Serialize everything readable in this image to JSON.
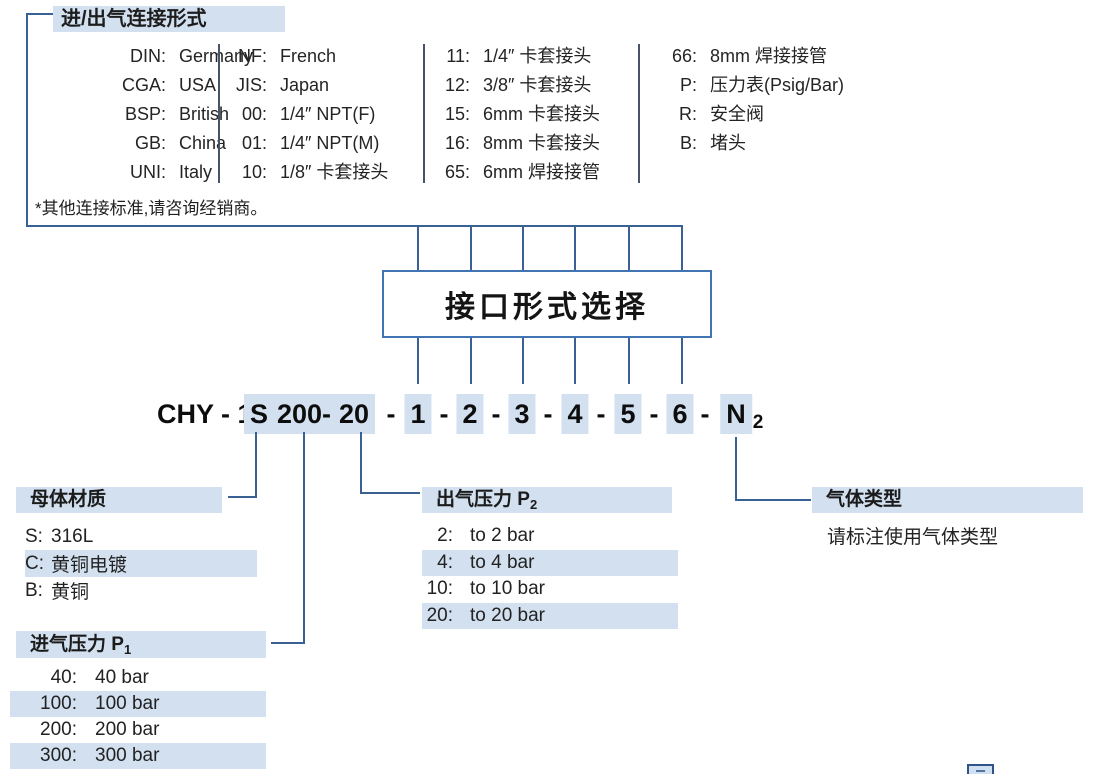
{
  "colors": {
    "accent_line": "#3a6194",
    "highlight_bg": "#d2e0f0",
    "box_border": "#4075b2"
  },
  "connection": {
    "title": "进/出气连接形式",
    "footnote": "*其他连接标准,请咨询经销商。",
    "columns": [
      {
        "rows": [
          {
            "code": "DIN:",
            "label": "Germany"
          },
          {
            "code": "CGA:",
            "label": "USA"
          },
          {
            "code": "BSP:",
            "label": "British"
          },
          {
            "code": "GB:",
            "label": "China"
          },
          {
            "code": "UNI:",
            "label": "Italy"
          }
        ]
      },
      {
        "rows": [
          {
            "code": "NF:",
            "label": "French"
          },
          {
            "code": "JIS:",
            "label": "Japan"
          },
          {
            "code": "00:",
            "label": "1/4″ NPT(F)"
          },
          {
            "code": "01:",
            "label": "1/4″ NPT(M)"
          },
          {
            "code": "10:",
            "label": "1/8″ 卡套接头"
          }
        ]
      },
      {
        "rows": [
          {
            "code": "11:",
            "label": "1/4″ 卡套接头"
          },
          {
            "code": "12:",
            "label": "3/8″ 卡套接头"
          },
          {
            "code": "15:",
            "label": "6mm 卡套接头"
          },
          {
            "code": "16:",
            "label": "8mm 卡套接头"
          },
          {
            "code": "65:",
            "label": "6mm 焊接接管"
          }
        ]
      },
      {
        "rows": [
          {
            "code": "66:",
            "label": "8mm 焊接接管"
          },
          {
            "code": "P:",
            "label": "压力表(Psig/Bar)"
          },
          {
            "code": "R:",
            "label": "安全阀"
          },
          {
            "code": "B:",
            "label": "堵头"
          }
        ]
      }
    ]
  },
  "selector": {
    "label": "接口形式选择"
  },
  "code": {
    "segments": [
      {
        "text": "CHY - 1",
        "highlight": false
      },
      {
        "text": "S",
        "highlight": true
      },
      {
        "text": "-",
        "highlight": false
      },
      {
        "text": "200-",
        "highlight": true
      },
      {
        "text": "20",
        "highlight": true
      },
      {
        "text": "-",
        "highlight": false
      },
      {
        "text": "1",
        "highlight": true
      },
      {
        "text": "-",
        "highlight": false
      },
      {
        "text": "2",
        "highlight": true
      },
      {
        "text": "-",
        "highlight": false
      },
      {
        "text": "3",
        "highlight": true
      },
      {
        "text": "-",
        "highlight": false
      },
      {
        "text": "4",
        "highlight": true
      },
      {
        "text": "-",
        "highlight": false
      },
      {
        "text": "5",
        "highlight": true
      },
      {
        "text": "-",
        "highlight": false
      },
      {
        "text": "6",
        "highlight": true
      },
      {
        "text": "-",
        "highlight": false
      },
      {
        "text": "N",
        "highlight": true
      },
      {
        "text": "2",
        "highlight": false,
        "subscript": true
      }
    ]
  },
  "sections": {
    "material": {
      "title": "母体材质",
      "items": [
        {
          "code": "S:",
          "label": "316L",
          "highlight": false
        },
        {
          "code": "C:",
          "label": "黄铜电镀",
          "highlight": true
        },
        {
          "code": "B:",
          "label": "黄铜",
          "highlight": false
        }
      ]
    },
    "inlet": {
      "title_main": "进气压力 P",
      "title_sub": "1",
      "items": [
        {
          "code": "40:",
          "label": "40 bar",
          "highlight": false
        },
        {
          "code": "100:",
          "label": "100 bar",
          "highlight": true
        },
        {
          "code": "200:",
          "label": "200 bar",
          "highlight": false
        },
        {
          "code": "300:",
          "label": "300 bar",
          "highlight": true
        }
      ]
    },
    "outlet": {
      "title_main": "出气压力 P",
      "title_sub": "2",
      "items": [
        {
          "code": "2:",
          "label": "to 2 bar",
          "highlight": false
        },
        {
          "code": "4:",
          "label": "to 4 bar",
          "highlight": true
        },
        {
          "code": "10:",
          "label": "to 10 bar",
          "highlight": false
        },
        {
          "code": "20:",
          "label": "to 20 bar",
          "highlight": true
        }
      ]
    },
    "gas": {
      "title": "气体类型",
      "note": "请标注使用气体类型"
    }
  }
}
